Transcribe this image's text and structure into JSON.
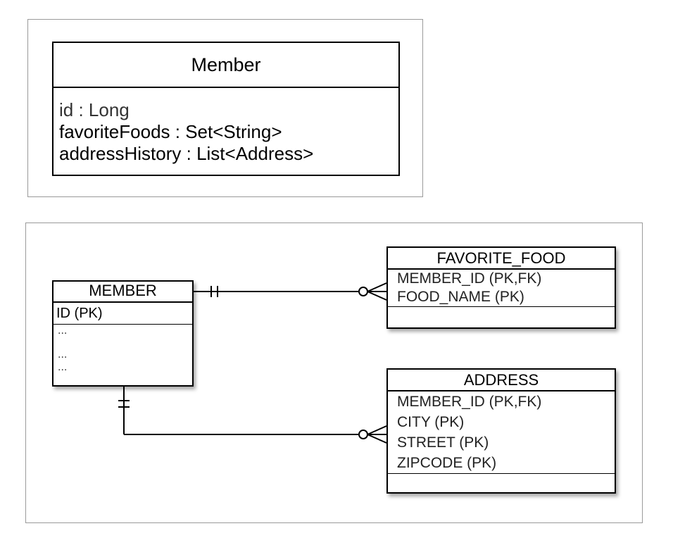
{
  "class_diagram": {
    "class_name": "Member",
    "attributes": [
      "id : Long",
      "favoriteFoods : Set<String>",
      "addressHistory : List<Address>"
    ]
  },
  "er_diagram": {
    "member": {
      "name": "MEMBER",
      "pk": "ID (PK)",
      "rows": [
        "...",
        "...",
        "..."
      ]
    },
    "favorite_food": {
      "name": "FAVORITE_FOOD",
      "rows": [
        "MEMBER_ID (PK,FK)",
        "FOOD_NAME (PK)"
      ]
    },
    "address": {
      "name": "ADDRESS",
      "rows": [
        "MEMBER_ID (PK,FK)",
        "CITY (PK)",
        "STREET (PK)",
        "ZIPCODE (PK)"
      ]
    },
    "relationships": [
      {
        "from": "MEMBER",
        "to": "FAVORITE_FOOD",
        "from_cardinality": "exactly one",
        "to_cardinality": "zero or many"
      },
      {
        "from": "MEMBER",
        "to": "ADDRESS",
        "from_cardinality": "exactly one",
        "to_cardinality": "zero or many"
      }
    ]
  }
}
